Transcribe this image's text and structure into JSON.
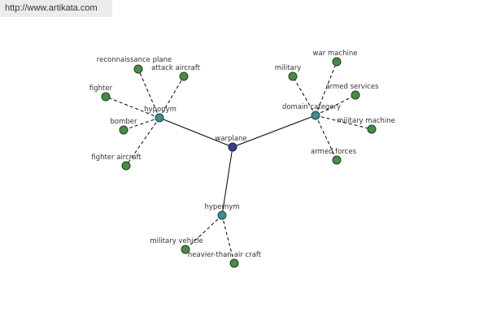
{
  "header": {
    "url": "http://www.artikata.com"
  },
  "root": {
    "label": "warplane"
  },
  "relations": [
    {
      "label": "hyponym",
      "children": [
        "reconnaissance plane",
        "attack aircraft",
        "fighter",
        "bomber",
        "fighter aircraft"
      ]
    },
    {
      "label": "domain category",
      "children": [
        "military",
        "war machine",
        "armed services",
        "military machine",
        "armed forces"
      ]
    },
    {
      "label": "hypernym",
      "children": [
        "military vehicle",
        "heavier-than-air craft"
      ]
    }
  ],
  "colors": {
    "root": "#3a3e8c",
    "relation": "#3f8c8c",
    "leaf": "#4a8a48"
  }
}
